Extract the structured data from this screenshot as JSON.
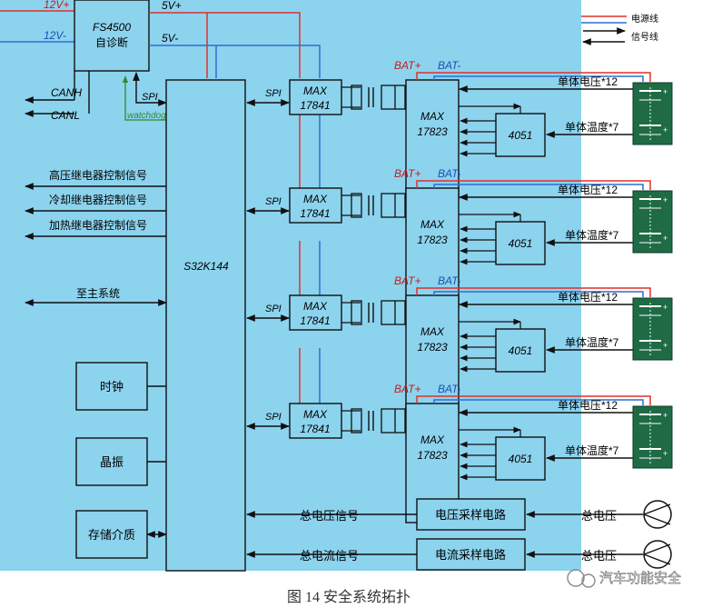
{
  "colors": {
    "bg": "#8cd3ee",
    "power": "#e2302b",
    "signal_blue": "#2d6fd0",
    "line": "#101010",
    "watchdog": "#2e8b2e",
    "battery": "#1f6b45"
  },
  "fs": {
    "line1": "FS4500",
    "line2": "自诊断"
  },
  "rails": {
    "v12p": "12V+",
    "v12m": "12V-",
    "v5p": "5V+",
    "v5m": "5V-"
  },
  "can": {
    "h": "CANH",
    "l": "CANL"
  },
  "spi": "SPI",
  "watchdog": "watchdog",
  "mcu": "S32K144",
  "signals": {
    "hv": "高压继电器控制信号",
    "cool": "冷却继电器控制信号",
    "heat": "加热继电器控制信号",
    "main": "至主系统"
  },
  "blocks": {
    "clock": "时钟",
    "crystal": "晶振",
    "storage": "存储介质"
  },
  "max_a": {
    "l1": "MAX",
    "l2": "17841"
  },
  "max_b": {
    "l1": "MAX",
    "l2": "17823"
  },
  "mux": "4051",
  "bat_p": "BAT+",
  "bat_m": "BAT-",
  "cell_v": "单体电压*12",
  "cell_t": "单体温度*7",
  "total": {
    "v_sig": "总电压信号",
    "i_sig": "总电流信号",
    "v_circ": "电压采样电路",
    "i_circ": "电流采样电路",
    "v1": "总电压",
    "v2": "总电压"
  },
  "legend": {
    "power": "电源线",
    "signal": "信号线"
  },
  "caption": "图 14  安全系统拓扑",
  "watermark": "汽车功能安全"
}
